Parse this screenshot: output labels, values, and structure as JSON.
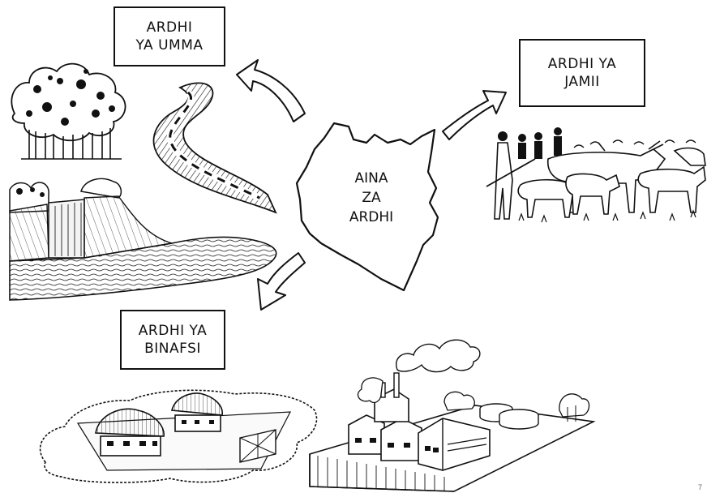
{
  "diagram": {
    "center": {
      "line1": "AINA",
      "line2": "ZA",
      "line3": "ARDHI"
    },
    "categories": {
      "public": {
        "line1": "ARDHI",
        "line2": "YA UMMA"
      },
      "community": {
        "line1": "ARDHI YA",
        "line2": "JAMII"
      },
      "private": {
        "line1": "ARDHI YA",
        "line2": "BINAFSI"
      }
    },
    "page_number": "7"
  },
  "colors": {
    "ink": "#111111",
    "paper": "#ffffff",
    "shade": "#dcdcdc"
  }
}
